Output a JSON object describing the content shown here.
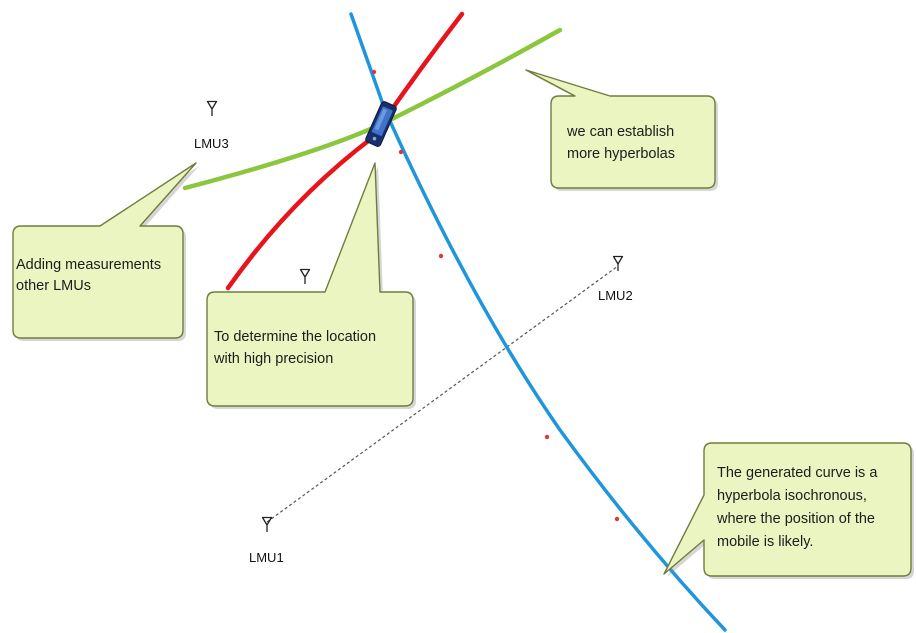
{
  "colors": {
    "hyperbola_blue": "#1f96dc",
    "hyperbola_red": "#e8141c",
    "hyperbola_green": "#8cc63f",
    "callout_fill": "#ebf5c2",
    "callout_stroke": "#6f7d3c",
    "baseline": "#555555",
    "marker": "#d93a3a"
  },
  "stations": [
    {
      "id": "lmu3",
      "label": "LMU3",
      "icon": "antenna-icon"
    },
    {
      "id": "lmu2",
      "label": "LMU2",
      "icon": "antenna-icon"
    },
    {
      "id": "lmu1",
      "label": "LMU1",
      "icon": "antenna-icon"
    },
    {
      "id": "lmu_mid",
      "label": "",
      "icon": "antenna-icon"
    }
  ],
  "mobile": {
    "icon": "mobile-phone-icon"
  },
  "callouts": [
    {
      "id": "adding",
      "lines": [
        "Adding measurements",
        "other LMUs"
      ]
    },
    {
      "id": "precision",
      "lines": [
        "To determine the location",
        "with high precision"
      ]
    },
    {
      "id": "establish",
      "lines": [
        "we can establish",
        "more hyperbolas"
      ]
    },
    {
      "id": "generated",
      "lines": [
        "The generated curve is a",
        "hyperbola isochronous,",
        "where the position of the",
        "mobile is likely."
      ]
    }
  ]
}
